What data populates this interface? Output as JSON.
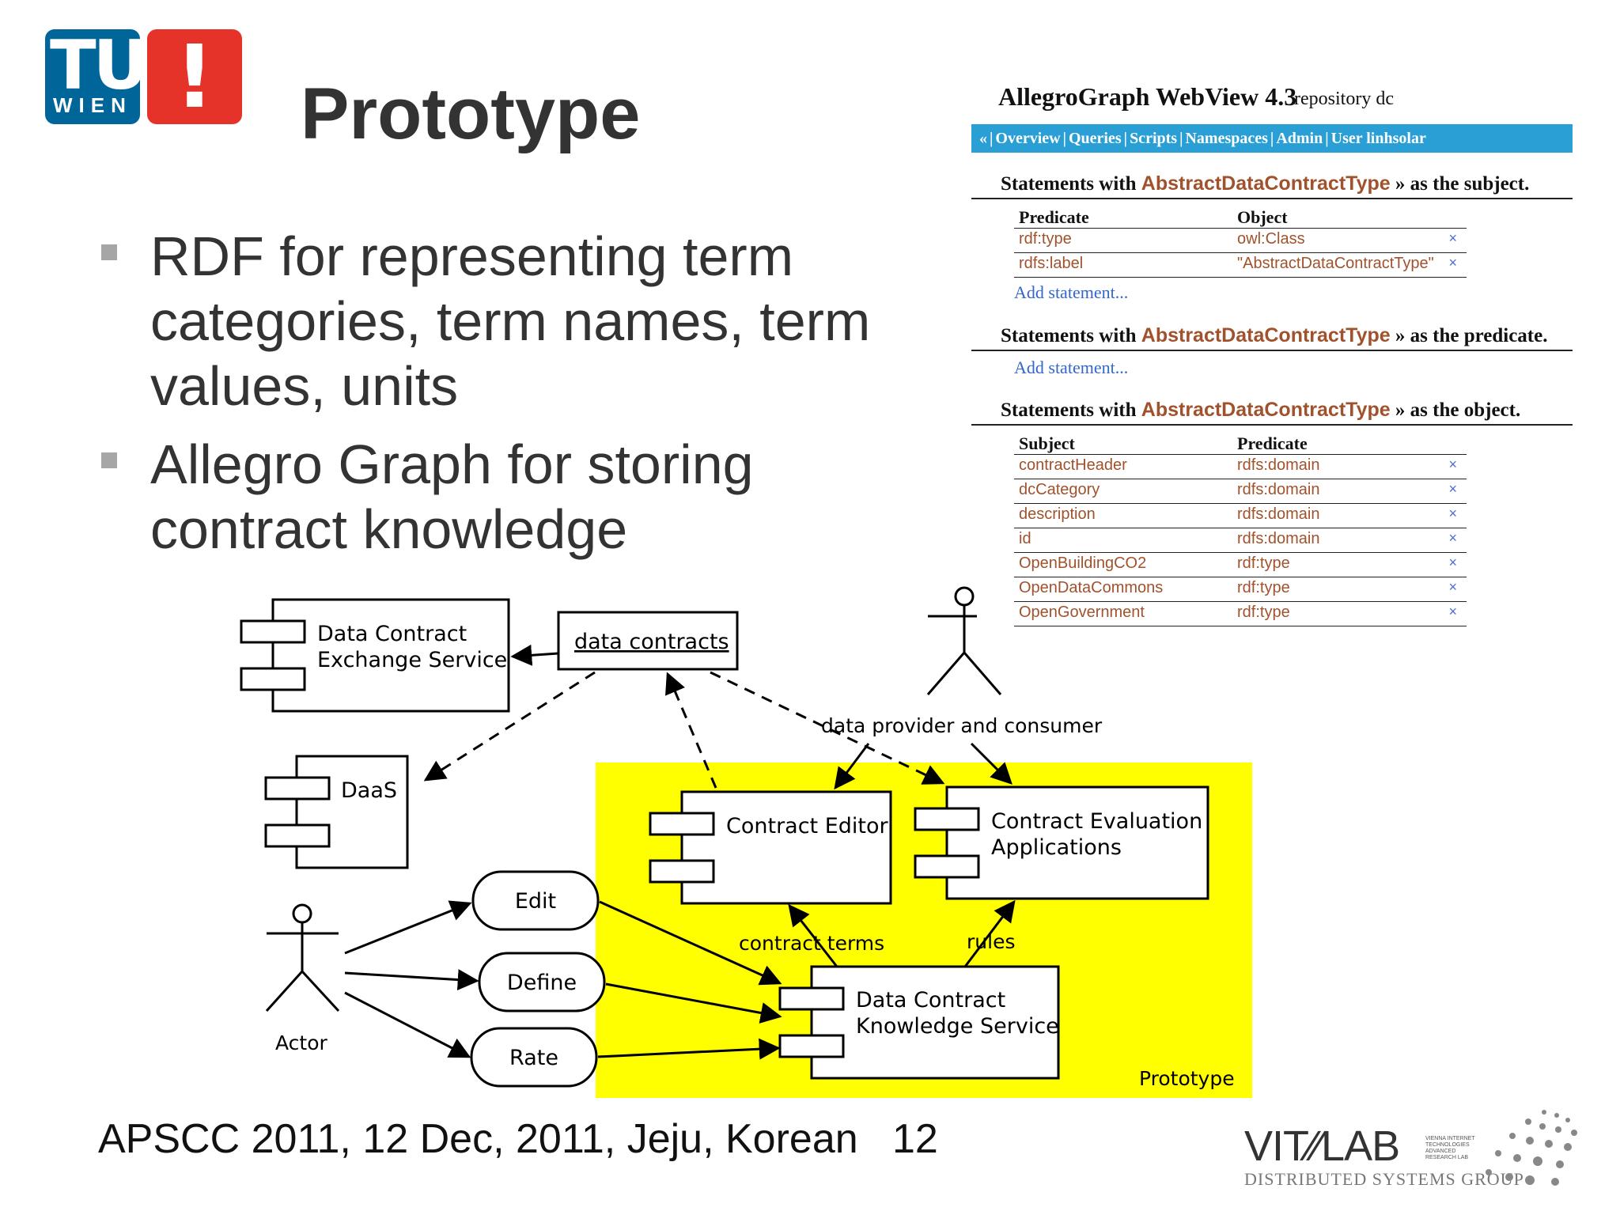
{
  "logo": {
    "tu": "TU",
    "wien": "WIEN",
    "mark": "!"
  },
  "title": "Prototype",
  "bullets": [
    {
      "lines": [
        "RDF for representing term",
        "categories, term names, term",
        "values, units"
      ]
    },
    {
      "lines": [
        "Allegro Graph for storing",
        "contract knowledge"
      ]
    }
  ],
  "allegrograph": {
    "title": "AllegroGraph WebView 4.3",
    "repository": "repository dc",
    "nav": [
      "«",
      "Overview",
      "Queries",
      "Scripts",
      "Namespaces",
      "Admin",
      "User linhsolar"
    ],
    "resource": "AbstractDataContractType",
    "subject_section": {
      "prefix": "Statements with",
      "suffix": "» as the subject.",
      "headers": [
        "Predicate",
        "Object"
      ],
      "rows": [
        [
          "rdf:type",
          "owl:Class"
        ],
        [
          "rdfs:label",
          "\"AbstractDataContractType\""
        ]
      ],
      "add": "Add statement..."
    },
    "predicate_section": {
      "prefix": "Statements with",
      "suffix": "» as the predicate.",
      "add": "Add statement..."
    },
    "object_section": {
      "prefix": "Statements with",
      "suffix": "» as the object.",
      "headers": [
        "Subject",
        "Predicate"
      ],
      "rows": [
        [
          "contractHeader",
          "rdfs:domain"
        ],
        [
          "dcCategory",
          "rdfs:domain"
        ],
        [
          "description",
          "rdfs:domain"
        ],
        [
          "id",
          "rdfs:domain"
        ],
        [
          "OpenBuildingCO2",
          "rdf:type"
        ],
        [
          "OpenDataCommons",
          "rdf:type"
        ],
        [
          "OpenGovernment",
          "rdf:type"
        ]
      ],
      "delete_glyph": "×"
    }
  },
  "diagram": {
    "components": {
      "dce": [
        "Data Contract",
        "Exchange Service"
      ],
      "daas": "DaaS",
      "editor": "Contract Editor",
      "eval": [
        "Contract Evaluation",
        "Applications"
      ],
      "dcks": [
        "Data Contract",
        "Knowledge Service"
      ]
    },
    "data_contracts": "data contracts",
    "use_cases": [
      "Edit",
      "Define",
      "Rate"
    ],
    "actor": "Actor",
    "provider_label": "data provider and consumer",
    "contract_terms": "contract terms",
    "rules": "rules",
    "prototype_label": "Prototype"
  },
  "footer": "APSCC 2011, 12 Dec, 2011, Jeju, Korean   12",
  "vitalab": {
    "name": "VIT∕∕LAB",
    "small": [
      "VIENNA INTERNET",
      "TECHNOLOGIES",
      "ADVANCED",
      "RESEARCH LAB"
    ],
    "group": "DISTRIBUTED SYSTEMS GROUP"
  }
}
